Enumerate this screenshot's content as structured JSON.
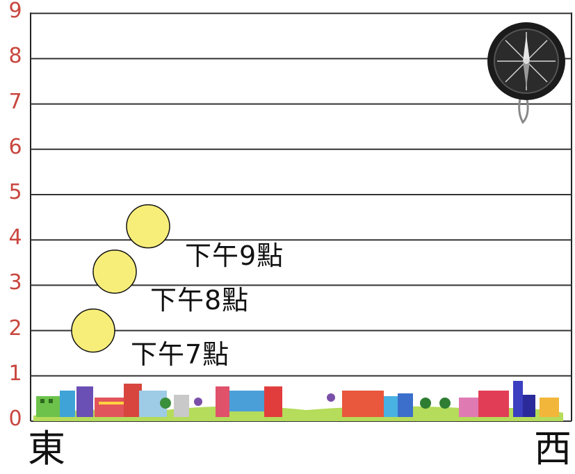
{
  "y_ticks": [
    "0",
    "1",
    "2",
    "3",
    "4",
    "5",
    "6",
    "7",
    "8",
    "9"
  ],
  "directions": {
    "east": "東",
    "west": "西"
  },
  "suns": [
    {
      "label": "下午7點",
      "height": 2.0
    },
    {
      "label": "下午8點",
      "height": 3.3
    },
    {
      "label": "下午9點",
      "height": 4.3
    }
  ],
  "colors": {
    "axis_numbers": "#c8463e",
    "sun_fill": "#f7ee7a",
    "grid": "#333333"
  },
  "decorations": [
    "compass-icon",
    "city-skyline"
  ]
}
